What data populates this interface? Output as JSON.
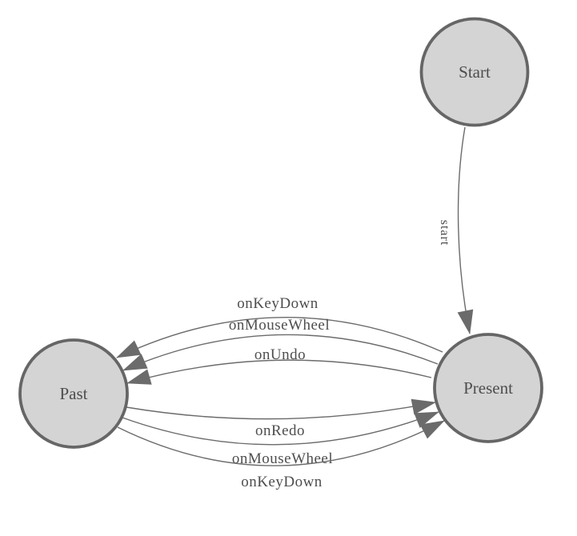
{
  "diagram": {
    "type": "state-machine",
    "colors": {
      "background": "#ffffff",
      "node_fill": "#d4d4d4",
      "node_border": "#666666",
      "edge_line": "#6b6b6b",
      "arrowhead": "#6b6b6b",
      "label_text": "#4e4e50"
    },
    "nodes": [
      {
        "id": "start",
        "label": "Start"
      },
      {
        "id": "present",
        "label": "Present"
      },
      {
        "id": "past",
        "label": "Past"
      }
    ],
    "edges": [
      {
        "from": "Start",
        "to": "Present",
        "label": "start"
      },
      {
        "from": "Present",
        "to": "Past",
        "label": "onKeyDown"
      },
      {
        "from": "Present",
        "to": "Past",
        "label": "onMouseWheel"
      },
      {
        "from": "Present",
        "to": "Past",
        "label": "onUndo"
      },
      {
        "from": "Past",
        "to": "Present",
        "label": "onRedo"
      },
      {
        "from": "Past",
        "to": "Present",
        "label": "onMouseWheel"
      },
      {
        "from": "Past",
        "to": "Present",
        "label": "onKeyDown"
      }
    ]
  }
}
